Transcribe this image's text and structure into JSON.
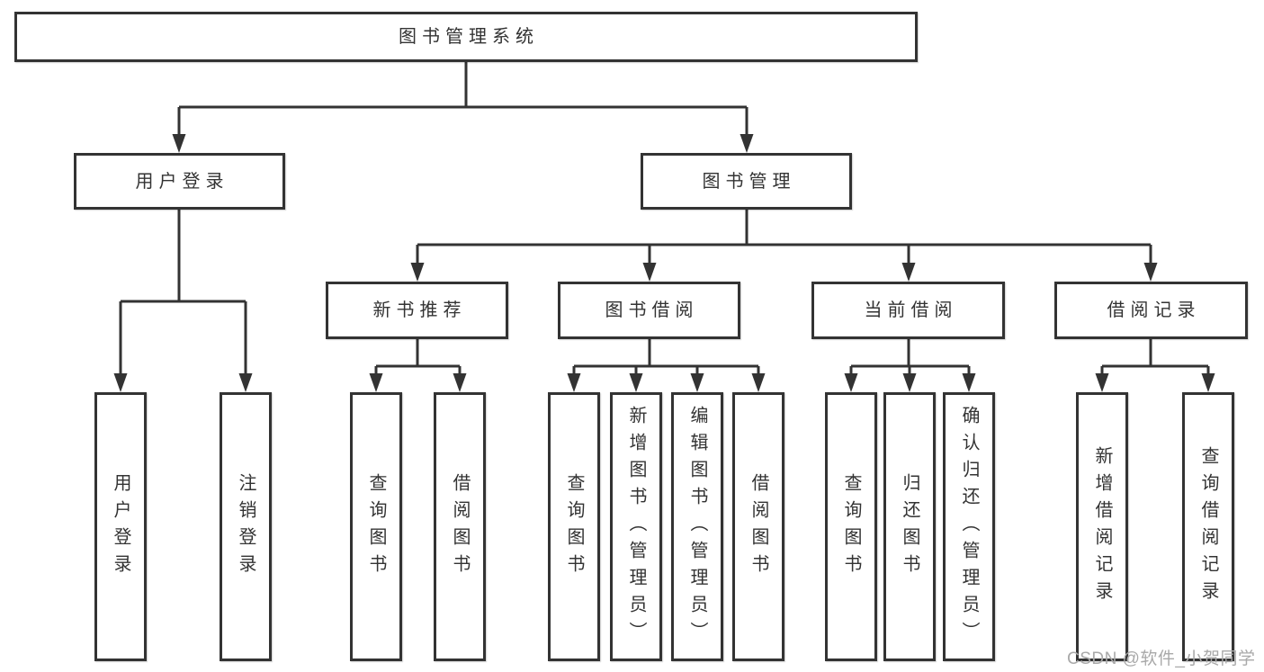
{
  "colors": {
    "line": "#333333",
    "text": "#333333",
    "watermark": "#a9a9a9",
    "background": "#ffffff"
  },
  "watermark": {
    "text": "CSDN @软件_小贺同学"
  },
  "tree": {
    "label": "图书管理系统",
    "children": [
      {
        "label": "用户登录",
        "children": [
          {
            "label": "用户登录"
          },
          {
            "label": "注销登录"
          }
        ]
      },
      {
        "label": "图书管理",
        "children": [
          {
            "label": "新书推荐",
            "children": [
              {
                "label": "查询图书"
              },
              {
                "label": "借阅图书"
              }
            ]
          },
          {
            "label": "图书借阅",
            "children": [
              {
                "label": "查询图书"
              },
              {
                "label": "新增图书（管理员）"
              },
              {
                "label": "编辑图书（管理员）"
              },
              {
                "label": "借阅图书"
              }
            ]
          },
          {
            "label": "当前借阅",
            "children": [
              {
                "label": "查询图书"
              },
              {
                "label": "归还图书"
              },
              {
                "label": "确认归还（管理员）"
              }
            ]
          },
          {
            "label": "借阅记录",
            "children": [
              {
                "label": "新增借阅记录"
              },
              {
                "label": "查询借阅记录"
              }
            ]
          }
        ]
      }
    ]
  }
}
